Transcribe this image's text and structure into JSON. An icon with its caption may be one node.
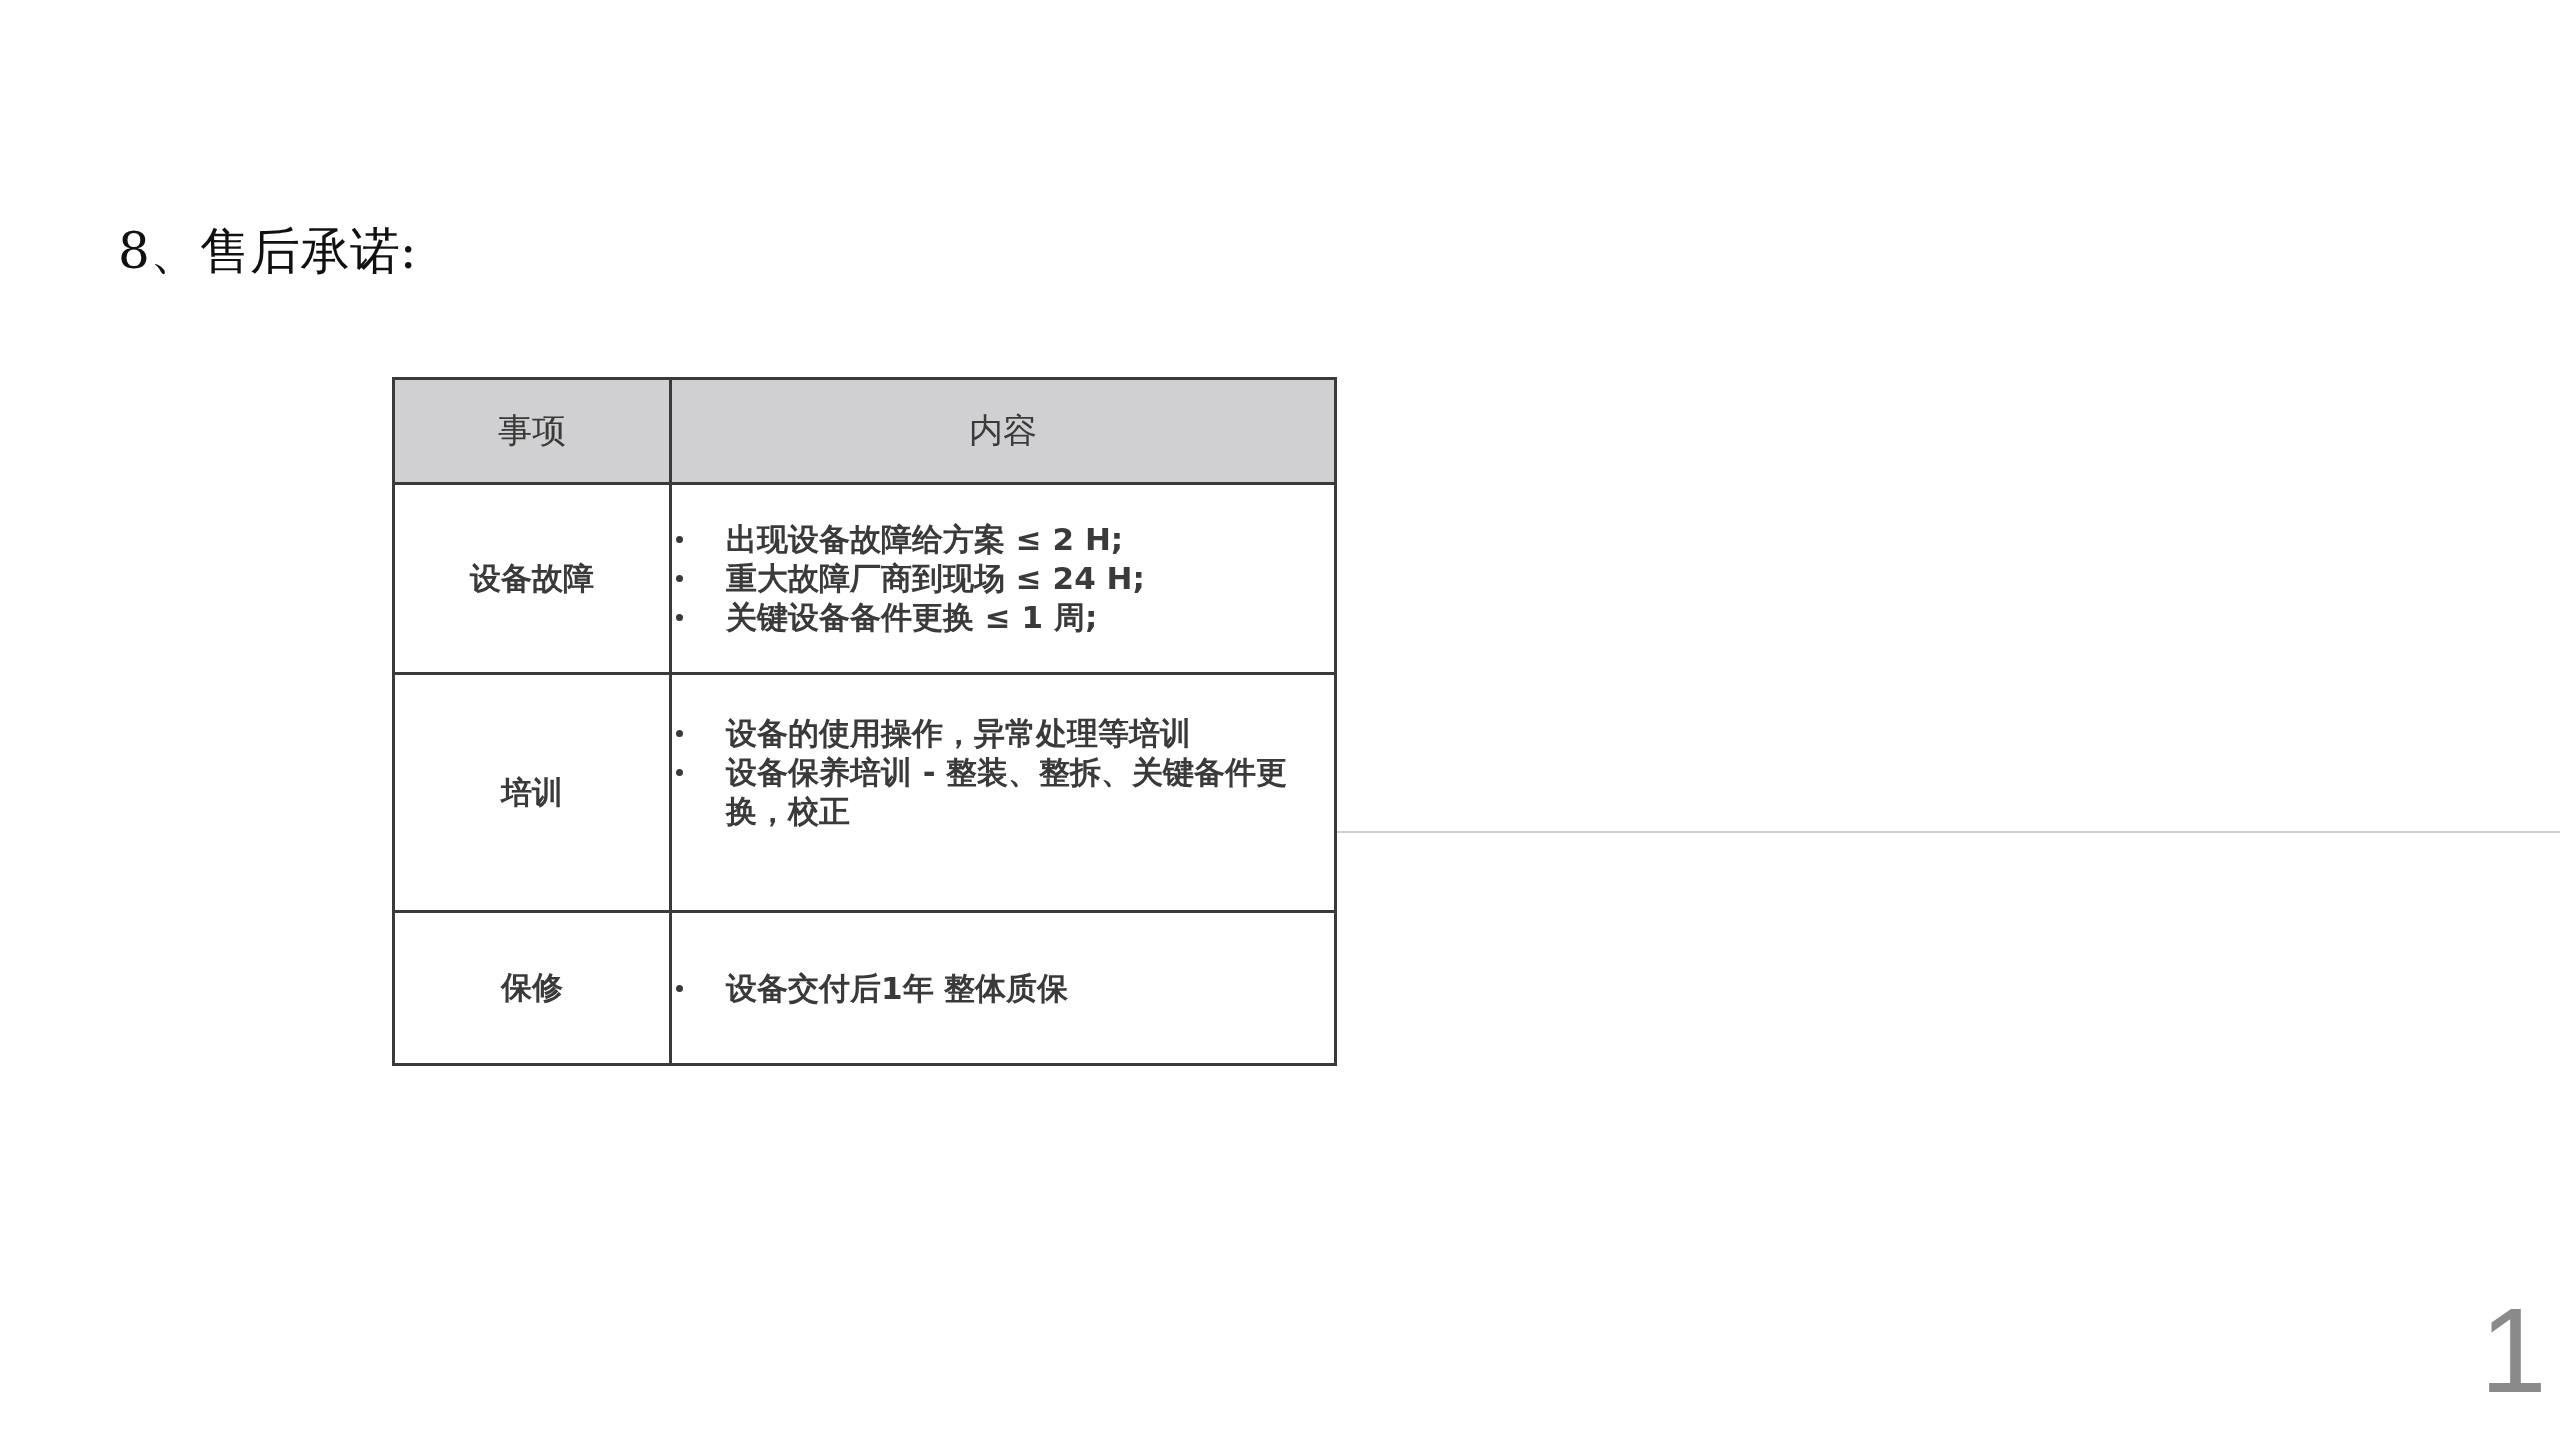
{
  "diagram": {
    "title": "8、售后承诺:",
    "labels": [
      "事项",
      "内容",
      "设备故障",
      "出现设备故障给方案 ≤ 2 H;",
      "重大故障厂商到现场 ≤ 24 H;",
      "关键设备备件更换 ≤ 1 周;",
      "培训",
      "设备的使用操作，异常处理等培训",
      "设备保养培训 - 整装、整拆、关键备件更换，校正",
      "保修",
      "设备交付后1年 整体质保",
      "1"
    ]
  }
}
